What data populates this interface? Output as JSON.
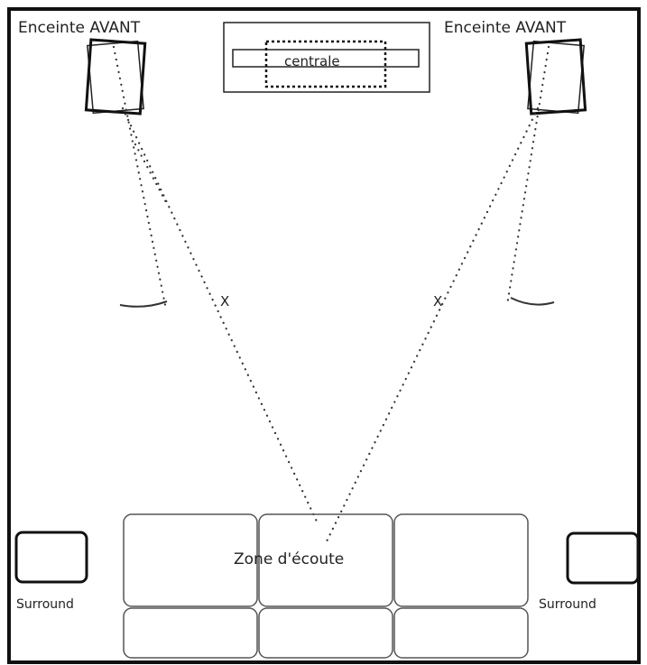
{
  "labels": {
    "front_left": "Enceinte AVANT",
    "front_right": "Enceinte AVANT",
    "center": "centrale",
    "listening_zone": "Zone d'écoute",
    "surround_left": "Surround",
    "surround_right": "Surround",
    "marker_left": "X",
    "marker_right": "X"
  },
  "colors": {
    "ink": "#111111",
    "dots": "#333333",
    "seat_stroke": "#555555",
    "background": "#ffffff"
  }
}
